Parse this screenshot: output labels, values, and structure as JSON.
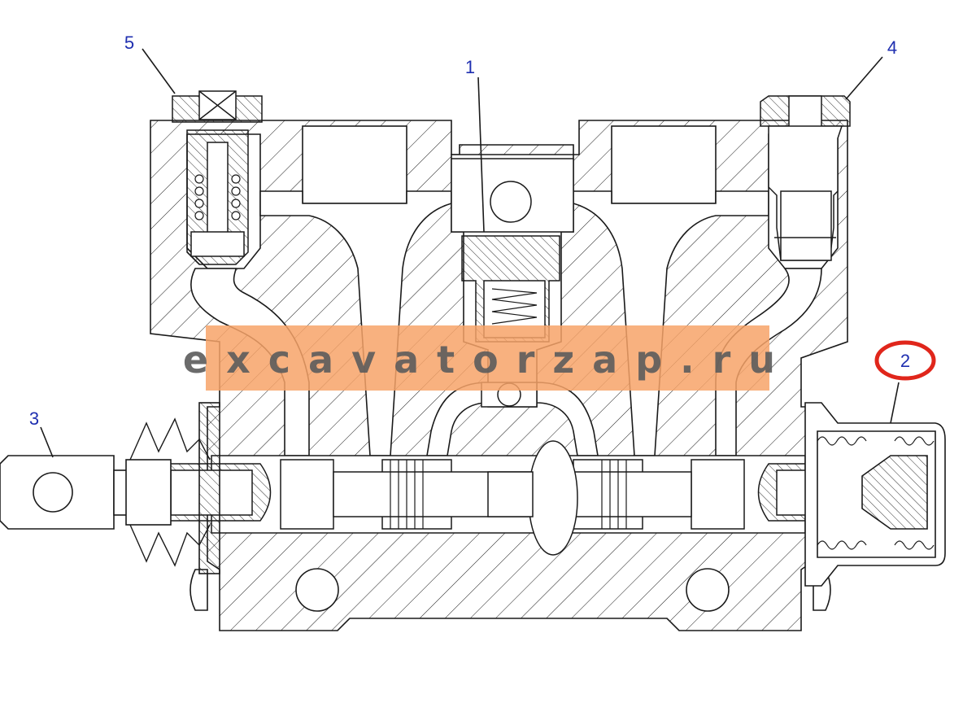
{
  "diagram": {
    "callouts": [
      {
        "id": "callout-1",
        "label": "1"
      },
      {
        "id": "callout-2",
        "label": "2"
      },
      {
        "id": "callout-3",
        "label": "3"
      },
      {
        "id": "callout-4",
        "label": "4"
      },
      {
        "id": "callout-5",
        "label": "5"
      }
    ],
    "highlighted_callout": "2",
    "colors": {
      "line": "#1a1a1a",
      "callout_text": "#1f2fb0",
      "highlight": "#e0261b",
      "watermark_band": "#f7a368",
      "watermark_text": "#5c5c5c"
    }
  },
  "watermark": {
    "text": "excavatorzap.ru"
  }
}
